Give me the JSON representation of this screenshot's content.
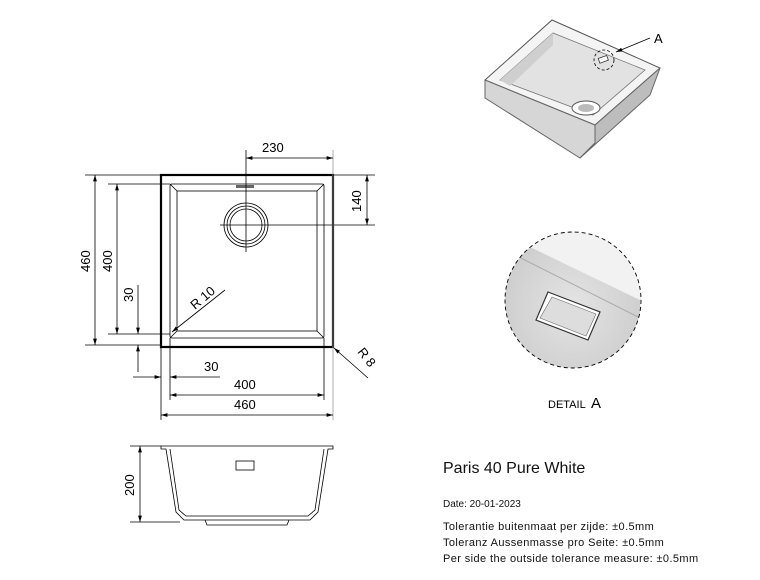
{
  "drawing": {
    "top_view": {
      "dim_drain_offset_x": "230",
      "dim_drain_offset_y": "140",
      "dim_outer_height": "460",
      "dim_inner_height": "400",
      "dim_rim_height": "30",
      "dim_rim_width": "30",
      "dim_inner_width": "400",
      "dim_outer_width": "460",
      "radius_inner": "R 10",
      "radius_outer": "R 8"
    },
    "side_view": {
      "dim_depth": "200"
    },
    "iso_view": {
      "callout": "A"
    },
    "detail": {
      "label": "DETAIL",
      "letter": "A"
    }
  },
  "info": {
    "title": "Paris 40 Pure White",
    "date": "Date: 20-01-2023",
    "tolerances": [
      "Tolerantie buitenmaat per zijde: ±0.5mm",
      "Toleranz Aussenmasse pro Seite: ±0.5mm",
      "Per side the outside tolerance measure: ±0.5mm"
    ]
  }
}
